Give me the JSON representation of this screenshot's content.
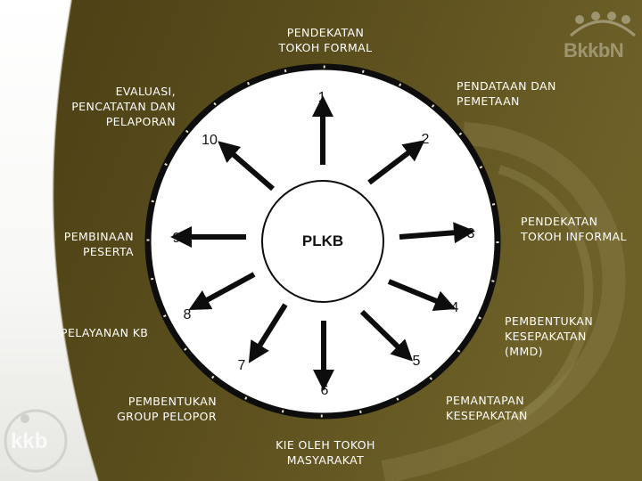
{
  "diagram": {
    "center": "PLKB",
    "logos": {
      "top_right": "BkkbN",
      "bottom_left": "kkb"
    },
    "steps": [
      {
        "number": "1",
        "lines": [
          "PENDEKATAN",
          "TOKOH FORMAL"
        ]
      },
      {
        "number": "2",
        "lines": [
          "PENDATAAN DAN",
          "PEMETAAN"
        ]
      },
      {
        "number": "3",
        "lines": [
          "PENDEKATAN",
          "TOKOH INFORMAL"
        ]
      },
      {
        "number": "4",
        "lines": [
          "PEMBENTUKAN",
          "KESEPAKATAN",
          "(MMD)"
        ]
      },
      {
        "number": "5",
        "lines": [
          "PEMANTAPAN",
          "KESEPAKATAN"
        ]
      },
      {
        "number": "6",
        "lines": [
          "KIE OLEH TOKOH",
          "MASYARAKAT"
        ]
      },
      {
        "number": "7",
        "lines": [
          "PEMBENTUKAN",
          "GROUP PELOPOR"
        ]
      },
      {
        "number": "8",
        "lines": [
          "PELAYANAN KB"
        ]
      },
      {
        "number": "9",
        "lines": [
          "PEMBINAAN",
          "PESERTA"
        ]
      },
      {
        "number": "10",
        "lines": [
          "EVALUASI,",
          "PENCATATAN DAN",
          "PELAPORAN"
        ]
      }
    ]
  }
}
